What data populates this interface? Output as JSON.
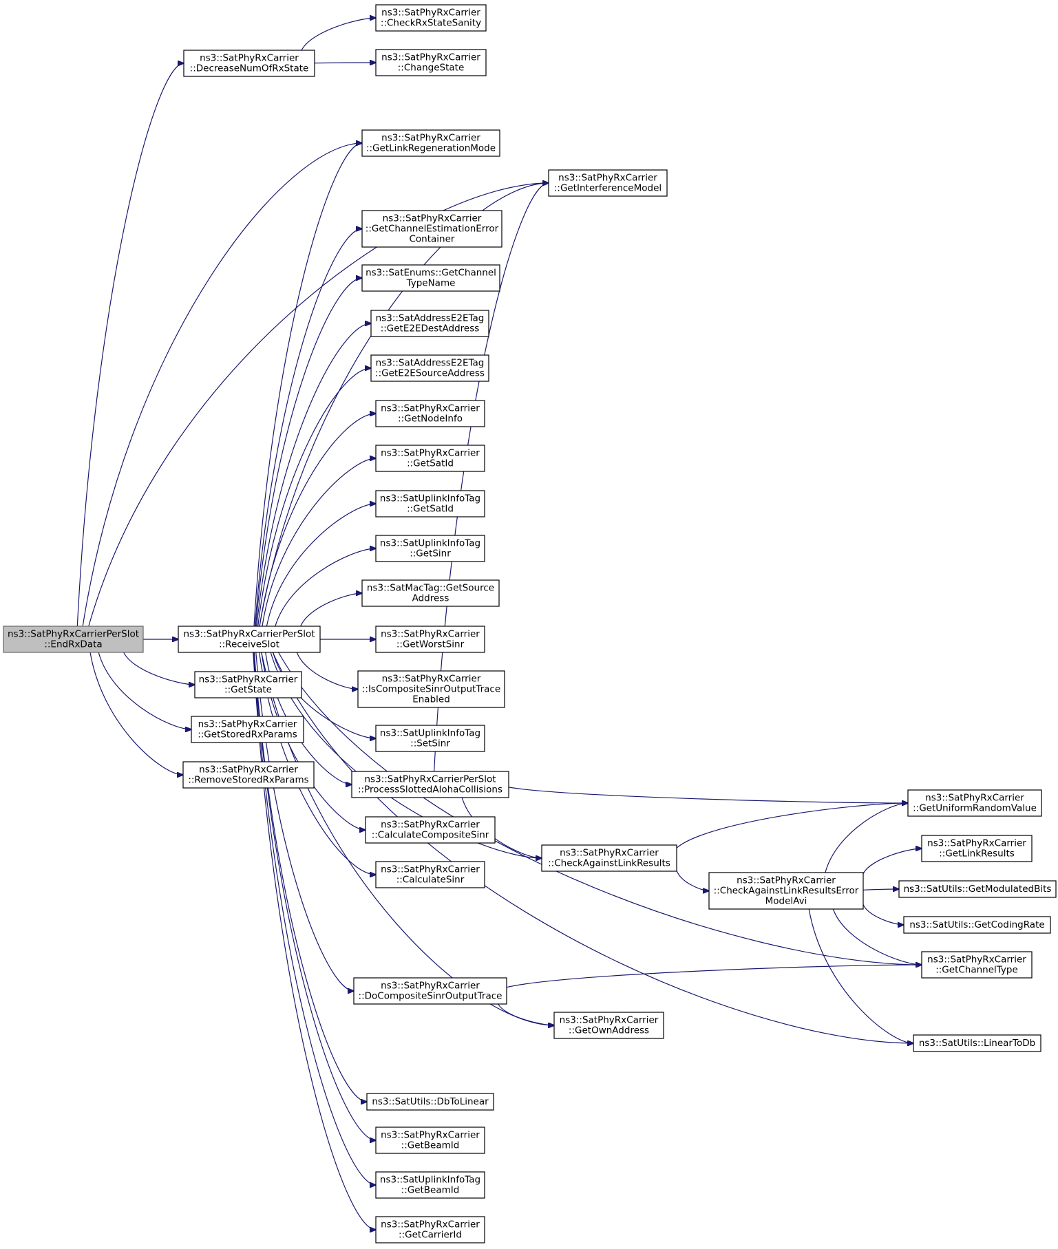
{
  "graph": {
    "type": "call-graph",
    "edge_color": "#191970",
    "root_fill": "#bfbfbf",
    "nodes": [
      {
        "id": "endrx",
        "lines": [
          "ns3::SatPhyRxCarrierPerSlot",
          "::EndRxData"
        ],
        "root": true
      },
      {
        "id": "decrease",
        "lines": [
          "ns3::SatPhyRxCarrier",
          "::DecreaseNumOfRxState"
        ]
      },
      {
        "id": "checkrx",
        "lines": [
          "ns3::SatPhyRxCarrier",
          "::CheckRxStateSanity"
        ]
      },
      {
        "id": "changestate",
        "lines": [
          "ns3::SatPhyRxCarrier",
          "::ChangeState"
        ]
      },
      {
        "id": "getlinkregen",
        "lines": [
          "ns3::SatPhyRxCarrier",
          "::GetLinkRegenerationMode"
        ]
      },
      {
        "id": "getinterf",
        "lines": [
          "ns3::SatPhyRxCarrier",
          "::GetInterferenceModel"
        ]
      },
      {
        "id": "getchanest",
        "lines": [
          "ns3::SatPhyRxCarrier",
          "::GetChannelEstimationError",
          "Container"
        ]
      },
      {
        "id": "getchantype",
        "lines": [
          "ns3::SatEnums::GetChannel",
          "TypeName"
        ]
      },
      {
        "id": "gete2edest",
        "lines": [
          "ns3::SatAddressE2ETag",
          "::GetE2EDestAddress"
        ]
      },
      {
        "id": "gete2esrc",
        "lines": [
          "ns3::SatAddressE2ETag",
          "::GetE2ESourceAddress"
        ]
      },
      {
        "id": "getnodeinfo",
        "lines": [
          "ns3::SatPhyRxCarrier",
          "::GetNodeInfo"
        ]
      },
      {
        "id": "getsatid1",
        "lines": [
          "ns3::SatPhyRxCarrier",
          "::GetSatId"
        ]
      },
      {
        "id": "getsatid2",
        "lines": [
          "ns3::SatUplinkInfoTag",
          "::GetSatId"
        ]
      },
      {
        "id": "getsinr",
        "lines": [
          "ns3::SatUplinkInfoTag",
          "::GetSinr"
        ]
      },
      {
        "id": "getsrcaddr",
        "lines": [
          "ns3::SatMacTag::GetSource",
          "Address"
        ]
      },
      {
        "id": "receiveslot",
        "lines": [
          "ns3::SatPhyRxCarrierPerSlot",
          "::ReceiveSlot"
        ]
      },
      {
        "id": "getworst",
        "lines": [
          "ns3::SatPhyRxCarrier",
          "::GetWorstSinr"
        ]
      },
      {
        "id": "iscomposite",
        "lines": [
          "ns3::SatPhyRxCarrier",
          "::IsCompositeSinrOutputTrace",
          "Enabled"
        ]
      },
      {
        "id": "getstate",
        "lines": [
          "ns3::SatPhyRxCarrier",
          "::GetState"
        ]
      },
      {
        "id": "getstored",
        "lines": [
          "ns3::SatPhyRxCarrier",
          "::GetStoredRxParams"
        ]
      },
      {
        "id": "removestored",
        "lines": [
          "ns3::SatPhyRxCarrier",
          "::RemoveStoredRxParams"
        ]
      },
      {
        "id": "setsinr",
        "lines": [
          "ns3::SatUplinkInfoTag",
          "::SetSinr"
        ]
      },
      {
        "id": "processaloha",
        "lines": [
          "ns3::SatPhyRxCarrierPerSlot",
          "::ProcessSlottedAlohaCollisions"
        ]
      },
      {
        "id": "calccomposite",
        "lines": [
          "ns3::SatPhyRxCarrier",
          "::CalculateCompositeSinr"
        ]
      },
      {
        "id": "calcsinr",
        "lines": [
          "ns3::SatPhyRxCarrier",
          "::CalculateSinr"
        ]
      },
      {
        "id": "checklink",
        "lines": [
          "ns3::SatPhyRxCarrier",
          "::CheckAgainstLinkResults"
        ]
      },
      {
        "id": "checklinkavi",
        "lines": [
          "ns3::SatPhyRxCarrier",
          "::CheckAgainstLinkResultsError",
          "ModelAvi"
        ]
      },
      {
        "id": "getuniform",
        "lines": [
          "ns3::SatPhyRxCarrier",
          "::GetUniformRandomValue"
        ]
      },
      {
        "id": "getlinkresults",
        "lines": [
          "ns3::SatPhyRxCarrier",
          "::GetLinkResults"
        ]
      },
      {
        "id": "getmodbits",
        "lines": [
          "ns3::SatUtils::GetModulatedBits"
        ]
      },
      {
        "id": "getcodingrate",
        "lines": [
          "ns3::SatUtils::GetCodingRate"
        ]
      },
      {
        "id": "getchanneltype",
        "lines": [
          "ns3::SatPhyRxCarrier",
          "::GetChannelType"
        ]
      },
      {
        "id": "docomposite",
        "lines": [
          "ns3::SatPhyRxCarrier",
          "::DoCompositeSinrOutputTrace"
        ]
      },
      {
        "id": "getownaddr",
        "lines": [
          "ns3::SatPhyRxCarrier",
          "::GetOwnAddress"
        ]
      },
      {
        "id": "lineartodb",
        "lines": [
          "ns3::SatUtils::LinearToDb"
        ]
      },
      {
        "id": "dbtolinear",
        "lines": [
          "ns3::SatUtils::DbToLinear"
        ]
      },
      {
        "id": "getbeamid1",
        "lines": [
          "ns3::SatPhyRxCarrier",
          "::GetBeamId"
        ]
      },
      {
        "id": "getbeamid2",
        "lines": [
          "ns3::SatUplinkInfoTag",
          "::GetBeamId"
        ]
      },
      {
        "id": "getcarrierid",
        "lines": [
          "ns3::SatPhyRxCarrier",
          "::GetCarrierId"
        ]
      }
    ],
    "edges": [
      [
        "endrx",
        "decrease"
      ],
      [
        "endrx",
        "getinterf"
      ],
      [
        "endrx",
        "getlinkregen"
      ],
      [
        "endrx",
        "receiveslot"
      ],
      [
        "endrx",
        "getstate"
      ],
      [
        "endrx",
        "getstored"
      ],
      [
        "endrx",
        "removestored"
      ],
      [
        "decrease",
        "checkrx"
      ],
      [
        "decrease",
        "changestate"
      ],
      [
        "receiveslot",
        "getlinkregen"
      ],
      [
        "receiveslot",
        "getinterf"
      ],
      [
        "receiveslot",
        "getchanest"
      ],
      [
        "receiveslot",
        "getchantype"
      ],
      [
        "receiveslot",
        "gete2edest"
      ],
      [
        "receiveslot",
        "gete2esrc"
      ],
      [
        "receiveslot",
        "getnodeinfo"
      ],
      [
        "receiveslot",
        "getsatid1"
      ],
      [
        "receiveslot",
        "getsatid2"
      ],
      [
        "receiveslot",
        "getsinr"
      ],
      [
        "receiveslot",
        "getsrcaddr"
      ],
      [
        "receiveslot",
        "getworst"
      ],
      [
        "receiveslot",
        "iscomposite"
      ],
      [
        "receiveslot",
        "setsinr"
      ],
      [
        "receiveslot",
        "processaloha"
      ],
      [
        "receiveslot",
        "calccomposite"
      ],
      [
        "receiveslot",
        "calcsinr"
      ],
      [
        "receiveslot",
        "checklink"
      ],
      [
        "receiveslot",
        "getchanneltype"
      ],
      [
        "receiveslot",
        "docomposite"
      ],
      [
        "receiveslot",
        "getownaddr"
      ],
      [
        "receiveslot",
        "lineartodb"
      ],
      [
        "receiveslot",
        "dbtolinear"
      ],
      [
        "receiveslot",
        "getbeamid1"
      ],
      [
        "receiveslot",
        "getbeamid2"
      ],
      [
        "receiveslot",
        "getcarrierid"
      ],
      [
        "processaloha",
        "getinterf"
      ],
      [
        "processaloha",
        "getuniform"
      ],
      [
        "processaloha",
        "checklink"
      ],
      [
        "checklink",
        "getuniform"
      ],
      [
        "checklink",
        "checklinkavi"
      ],
      [
        "checklinkavi",
        "getuniform"
      ],
      [
        "checklinkavi",
        "getlinkresults"
      ],
      [
        "checklinkavi",
        "getmodbits"
      ],
      [
        "checklinkavi",
        "getcodingrate"
      ],
      [
        "checklinkavi",
        "getchanneltype"
      ],
      [
        "checklinkavi",
        "lineartodb"
      ],
      [
        "docomposite",
        "getchanneltype"
      ],
      [
        "docomposite",
        "getownaddr"
      ]
    ]
  }
}
